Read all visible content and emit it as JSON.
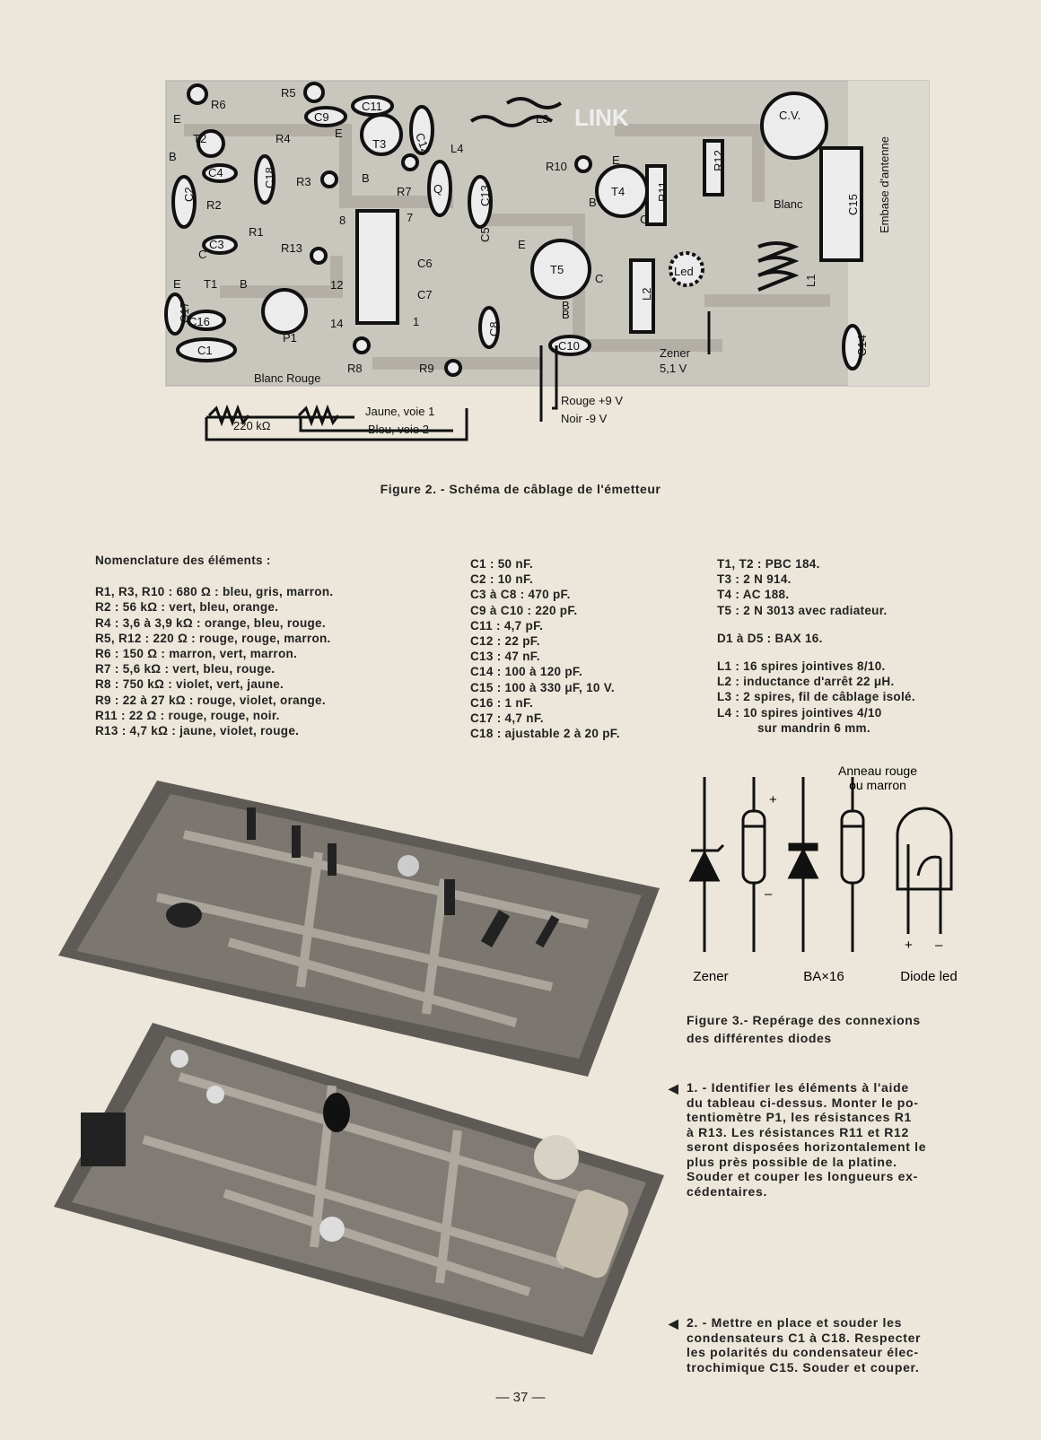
{
  "figure2": {
    "caption": "Figure 2. - Schéma de câblage de l'émetteur",
    "labels": {
      "r6": "R6",
      "r5": "R5",
      "c11": "C11",
      "c9": "C9",
      "r4": "R4",
      "c12": "C12",
      "l3": "L3",
      "l4": "L4",
      "e1": "E",
      "t2": "T2",
      "b1": "B",
      "c4": "C4",
      "c18": "C18",
      "r3": "R3",
      "t3": "T3",
      "e2": "E",
      "b2": "B",
      "r7": "R7",
      "q": "Q",
      "c13": "C13",
      "r10": "R10",
      "t4": "T4",
      "r11": "R11",
      "r12": "R12",
      "cv": "C.V.",
      "c15": "C15",
      "blanc": "Blanc",
      "embase": "Embase d'antenne",
      "c2": "C2",
      "r2": "R2",
      "r1": "R1",
      "c3": "C3",
      "r13": "R13",
      "c5": "C5",
      "c6": "C6",
      "c7": "C7",
      "t5": "T5",
      "l2": "L2",
      "led": "Led",
      "l1": "L1",
      "c": "C",
      "e3": "E",
      "t1": "T1",
      "b3": "B",
      "e4": "E",
      "c17": "C17",
      "c16": "C16",
      "p1": "P1",
      "c1": "C1",
      "c8": "C8",
      "c10": "C10",
      "c14": "C14",
      "b4": "B",
      "zener": "Zener",
      "zener_v": "5,1 V",
      "r8": "R8",
      "r9": "R9",
      "pin8": "8",
      "pin7": "7",
      "pin12": "12",
      "pin14": "14",
      "pin1": "1",
      "blanc_rouge": "Blanc Rouge",
      "pot": "220 kΩ",
      "jaune": "Jaune, voie 1",
      "bleu": "Bleu, voie 2",
      "rouge": "Rouge +9 V",
      "noir": "Noir -9 V",
      "link": "LINK",
      "b5": "B",
      "c_t4": "C",
      "e_t4": "E",
      "c_t5": "C",
      "e_t5": "E",
      "b_t5": "B"
    }
  },
  "nomenclature": {
    "title": "Nomenclature des éléments :",
    "resistors": [
      "R1, R3, R10 : 680 Ω : bleu, gris, marron.",
      "R2 : 56 kΩ : vert, bleu, orange.",
      "R4 : 3,6 à 3,9 kΩ : orange, bleu, rouge.",
      "R5, R12 : 220 Ω : rouge, rouge, marron.",
      "R6 : 150 Ω : marron, vert, marron.",
      "R7 : 5,6 kΩ : vert, bleu, rouge.",
      "R8 : 750 kΩ : violet, vert, jaune.",
      "R9 : 22 à 27 kΩ : rouge, violet, orange.",
      "R11 : 22 Ω : rouge, rouge, noir.",
      "R13 : 4,7 kΩ : jaune, violet, rouge."
    ],
    "capacitors": [
      "C1 : 50 nF.",
      "C2 : 10 nF.",
      "C3 à C8 : 470 pF.",
      "C9 à C10 : 220 pF.",
      "C11 : 4,7 pF.",
      "C12 : 22 pF.",
      "C13 : 47 nF.",
      "C14 : 100 à 120 pF.",
      "C15 : 100 à 330 μF, 10 V.",
      "C16 : 1 nF.",
      "C17 : 4,7 nF.",
      "C18 : ajustable 2 à 20 pF."
    ],
    "transistors": [
      "T1, T2 : PBC 184.",
      "T3 : 2 N 914.",
      "T4 : AC 188.",
      "T5 : 2 N 3013 avec radiateur."
    ],
    "diodes": "D1 à D5 : BAX 16.",
    "inductors": [
      "L1 : 16 spires jointives 8/10.",
      "L2 : inductance d'arrêt 22 μH.",
      "L3 : 2 spires, fil de câblage isolé.",
      "L4 : 10 spires jointives 4/10",
      "sur mandrin 6 mm."
    ]
  },
  "figure3": {
    "ring_label_1": "Anneau rouge",
    "ring_label_2": "ou marron",
    "plus": "+",
    "minus": "–",
    "led_plus": "+",
    "led_minus": "–",
    "zener": "Zener",
    "bax": "BA×16",
    "led": "Diode led",
    "caption_1": "Figure 3.- Repérage des connexions",
    "caption_2": "des différentes diodes"
  },
  "steps": {
    "arrow": "◀",
    "step1": [
      "1. - Identifier les éléments à l'aide",
      "du tableau ci-dessus. Monter le po-",
      "tentiomètre P1, les résistances R1",
      "à R13. Les résistances R11 et R12",
      "seront disposées horizontalement le",
      "plus près possible de la platine.",
      "Souder et couper les longueurs ex-",
      "cédentaires."
    ],
    "step2": [
      "2. - Mettre en place et souder les",
      "condensateurs C1 à C18. Respecter",
      "les polarités du condensateur élec-",
      "trochimique C15. Souder et couper."
    ]
  },
  "page_number": "— 37 —"
}
